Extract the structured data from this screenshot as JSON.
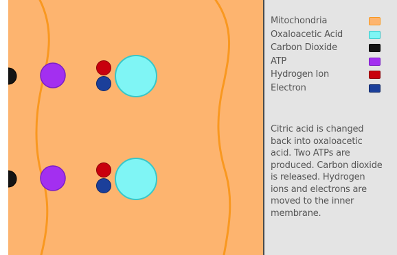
{
  "colors": {
    "background": "#ffffff",
    "mitochondria": "#fdb46f",
    "membrane": "#f99820",
    "oxaloacetic_acid": "#7ff5f5",
    "carbon_dioxide": "#141414",
    "atp": "#a32ff0",
    "hydrogen_ion": "#c8000d",
    "electron": "#1b3f9a",
    "legend_panel": "#e4e4e4",
    "divider": "#4a4a4a",
    "text": "#555555"
  },
  "legend": {
    "items": [
      {
        "label": "Mitochondria",
        "color": "#fdb46f",
        "border": "#f99820",
        "icon": "mitochondria-swatch"
      },
      {
        "label": "Oxaloacetic Acid",
        "color": "#7ff5f5",
        "border": "#36c7c9",
        "icon": "oxaloacetic-acid-swatch"
      },
      {
        "label": "Carbon Dioxide",
        "color": "#141414",
        "border": "#000000",
        "icon": "carbon-dioxide-swatch"
      },
      {
        "label": "ATP",
        "color": "#a32ff0",
        "border": "#7a1fc4",
        "icon": "atp-swatch"
      },
      {
        "label": "Hydrogen Ion",
        "color": "#c8000d",
        "border": "#8d0008",
        "icon": "hydrogen-ion-swatch"
      },
      {
        "label": "Electron",
        "color": "#1b3f9a",
        "border": "#0f2766",
        "icon": "electron-swatch"
      }
    ]
  },
  "description": "Citric acid is changed\nback into oxaloacetic\nacid. Two ATPs are\nproduced. Carbon dioxide\nis released. Hydrogen\nions and electrons are\nmoved to the inner\nmembrane."
}
